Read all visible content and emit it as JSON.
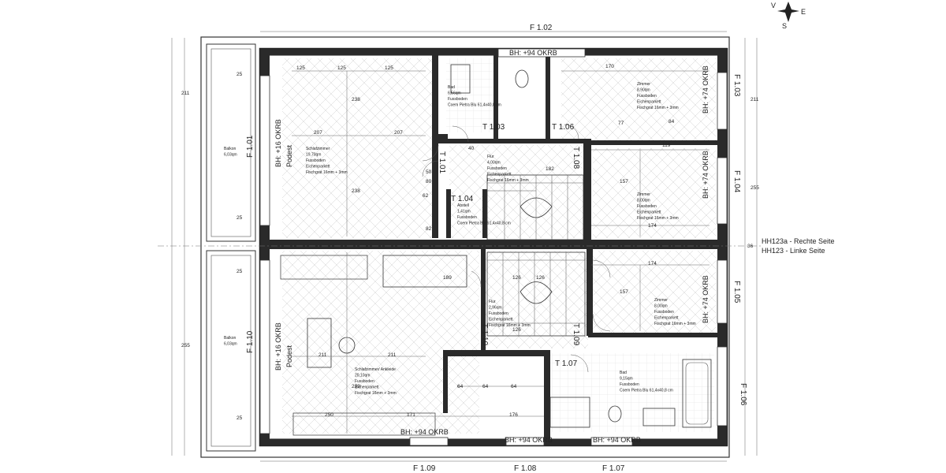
{
  "plan": {
    "labels": {
      "window_top": "F 1.02",
      "win_103": "F 1.03",
      "win_104": "F 1.04",
      "win_105": "F 1.05",
      "win_106": "F 1.06",
      "win_101": "F 1.01",
      "win_110": "F 1.10",
      "win_109": "F 1.09",
      "win_108": "F 1.08",
      "win_107": "F 1.07",
      "door_103": "T 1.03",
      "door_106": "T 1.06",
      "door_104": "T 1.04",
      "door_107": "T 1.07",
      "door_108": "T 1.08",
      "door_109": "T 1.09",
      "door_101": "T 1.01",
      "door_110": "T 1.10",
      "bh_top": "BH: +94 OKRB",
      "bh_bottom_left": "BH: +94 OKRB",
      "bh_bottom_mid": "BH: +94 OKRB",
      "bh_bottom_right": "BH: +94 OKRB",
      "bh_right_top": "BH: +74 OKRB",
      "bh_right_mid": "BH: +74 OKRB",
      "bh_right_low": "BH: +74 OKRB",
      "bh_left_top": "BH: +16 OKRB",
      "bh_left_low": "BH: +16 OKRB",
      "podest_top": "Podest",
      "podest_low": "Podest",
      "split_right": "HH123a - Rechte Seite",
      "split_left": "HH123 - Linke Seite",
      "compass_v": "V",
      "compass_e": "E",
      "compass_s": "S"
    },
    "rooms": [
      {
        "id": "bad1",
        "lines": [
          "Bad",
          "6,56qm",
          "Fussboden",
          "Coem Pietra Blu 61,4x40,8 cm"
        ]
      },
      {
        "id": "zimmer1",
        "lines": [
          "Zimmer",
          "8,90qm",
          "Fussboden",
          "Eichenparkett",
          "Fischgrat 16mm + 3mm"
        ]
      },
      {
        "id": "schlaf1",
        "lines": [
          "Schlafzimmer",
          "19,70qm",
          "Fussboden",
          "Eichenparkett",
          "Fischgrat 16mm + 3mm"
        ]
      },
      {
        "id": "flur1",
        "lines": [
          "Flur",
          "4,00qm",
          "Fussboden",
          "Eichenparkett",
          "Fischgrat 16mm + 3mm"
        ]
      },
      {
        "id": "abstell",
        "lines": [
          "Abstell",
          "1,41qm",
          "Fussboden",
          "Coem Pietra Blu 61,4x40,8 cm"
        ]
      },
      {
        "id": "zimmer2",
        "lines": [
          "Zimmer",
          "8,00qm",
          "Fussboden",
          "Eichenparkett",
          "Fischgrat 16mm + 3mm"
        ]
      },
      {
        "id": "balkon1",
        "lines": [
          "Balkon",
          "6,03qm"
        ]
      },
      {
        "id": "balkon2",
        "lines": [
          "Balkon",
          "6,03qm"
        ]
      },
      {
        "id": "flur2",
        "lines": [
          "Flur",
          "2,96qm",
          "Fussboden",
          "Eichenparkett",
          "Fischgrat 16mm + 3mm"
        ]
      },
      {
        "id": "zimmer3",
        "lines": [
          "Zimmer",
          "8,00qm",
          "Fussboden",
          "Eichenparkett",
          "Fischgrat 16mm + 3mm"
        ]
      },
      {
        "id": "schlaf2",
        "lines": [
          "Schlafzimmer/ Ankleide",
          "20,10qm",
          "Fussboden",
          "Eichenparkett",
          "Fischgrat 16mm + 3mm"
        ]
      },
      {
        "id": "bad2",
        "lines": [
          "Bad",
          "9,15qm",
          "Fussboden",
          "Coem Pietra Blu 61,4x40,8 cm"
        ]
      }
    ],
    "dims": [
      "125",
      "125",
      "125",
      "238",
      "207",
      "207",
      "238",
      "211",
      "211",
      "239",
      "250",
      "171",
      "176",
      "170",
      "119",
      "157",
      "84",
      "77",
      "174",
      "157",
      "174",
      "182",
      "126",
      "126",
      "126",
      "189",
      "64",
      "64",
      "64",
      "40",
      "62",
      "50",
      "80",
      "82",
      "211",
      "255",
      "255",
      "211",
      "36",
      "25",
      "25",
      "25",
      "25"
    ]
  }
}
